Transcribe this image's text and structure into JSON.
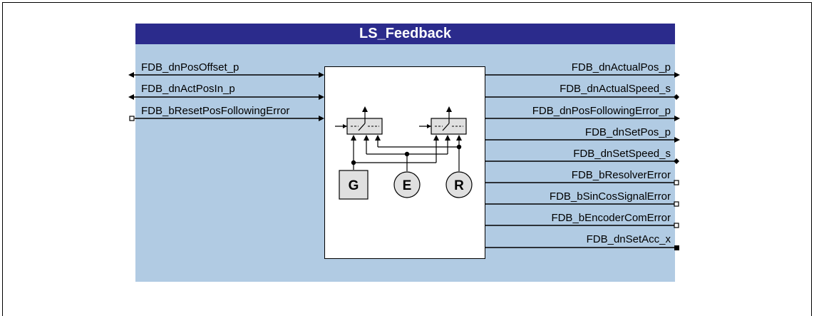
{
  "block": {
    "title": "LS_Feedback",
    "colors": {
      "title_bar": "#2b2b8c",
      "body": "#b1cbe3",
      "core": "#ffffff"
    }
  },
  "inputs": [
    {
      "label": "FDB_dnPosOffset_p",
      "terminal": "double-arrow"
    },
    {
      "label": "FDB_dnActPosIn_p",
      "terminal": "double-arrow"
    },
    {
      "label": "FDB_bResetPosFollowingError",
      "terminal": "open-square"
    }
  ],
  "outputs": [
    {
      "label": "FDB_dnActualPos_p",
      "terminal": "arrow"
    },
    {
      "label": "FDB_dnActualSpeed_s",
      "terminal": "diamond"
    },
    {
      "label": "FDB_dnPosFollowingError_p",
      "terminal": "arrow"
    },
    {
      "label": "FDB_dnSetPos_p",
      "terminal": "arrow"
    },
    {
      "label": "FDB_dnSetSpeed_s",
      "terminal": "diamond"
    },
    {
      "label": "FDB_bResolverError",
      "terminal": "open-square"
    },
    {
      "label": "FDB_bSinCosSignalError",
      "terminal": "open-square"
    },
    {
      "label": "FDB_bEncoderComError",
      "terminal": "open-square"
    },
    {
      "label": "FDB_dnSetAcc_x",
      "terminal": "filled-square"
    }
  ],
  "internals": {
    "sources": [
      {
        "letter": "G",
        "shape": "square"
      },
      {
        "letter": "E",
        "shape": "circle"
      },
      {
        "letter": "R",
        "shape": "circle"
      }
    ]
  }
}
